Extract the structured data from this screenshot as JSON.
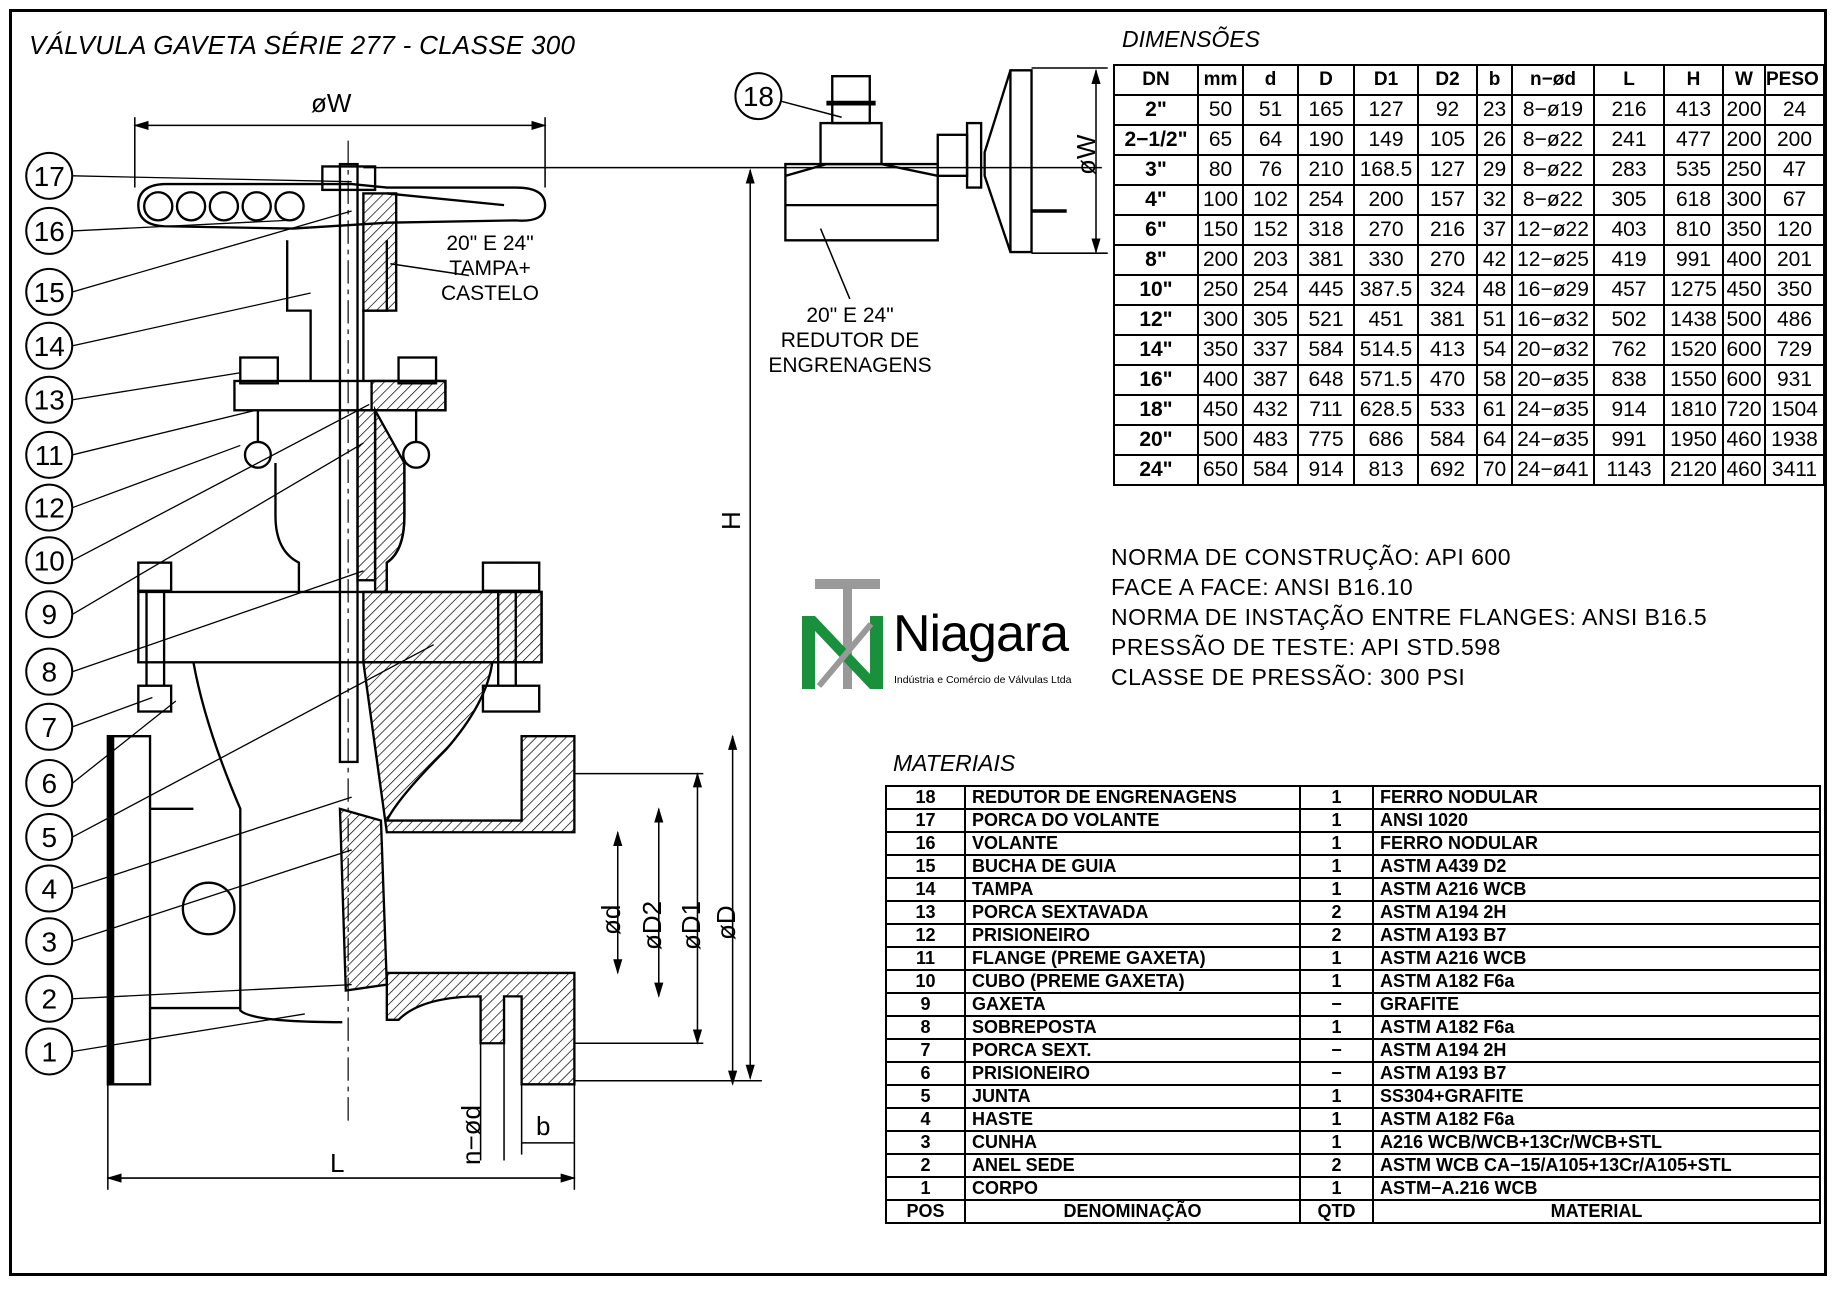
{
  "title": "VÁLVULA GAVETA SÉRIE 277 - CLASSE 300",
  "dimensions": {
    "section_title": "DIMENSÕES",
    "headers": [
      "DN",
      "mm",
      "d",
      "D",
      "D1",
      "D2",
      "b",
      "n−ød",
      "L",
      "H",
      "W",
      "PESO (Kg)"
    ],
    "rows": [
      [
        "2\"",
        "50",
        "51",
        "165",
        "127",
        "92",
        "23",
        "8−ø19",
        "216",
        "413",
        "200",
        "24"
      ],
      [
        "2−1/2\"",
        "65",
        "64",
        "190",
        "149",
        "105",
        "26",
        "8−ø22",
        "241",
        "477",
        "200",
        "200"
      ],
      [
        "3\"",
        "80",
        "76",
        "210",
        "168.5",
        "127",
        "29",
        "8−ø22",
        "283",
        "535",
        "250",
        "47"
      ],
      [
        "4\"",
        "100",
        "102",
        "254",
        "200",
        "157",
        "32",
        "8−ø22",
        "305",
        "618",
        "300",
        "67"
      ],
      [
        "6\"",
        "150",
        "152",
        "318",
        "270",
        "216",
        "37",
        "12−ø22",
        "403",
        "810",
        "350",
        "120"
      ],
      [
        "8\"",
        "200",
        "203",
        "381",
        "330",
        "270",
        "42",
        "12−ø25",
        "419",
        "991",
        "400",
        "201"
      ],
      [
        "10\"",
        "250",
        "254",
        "445",
        "387.5",
        "324",
        "48",
        "16−ø29",
        "457",
        "1275",
        "450",
        "350"
      ],
      [
        "12\"",
        "300",
        "305",
        "521",
        "451",
        "381",
        "51",
        "16−ø32",
        "502",
        "1438",
        "500",
        "486"
      ],
      [
        "14\"",
        "350",
        "337",
        "584",
        "514.5",
        "413",
        "54",
        "20−ø32",
        "762",
        "1520",
        "600",
        "729"
      ],
      [
        "16\"",
        "400",
        "387",
        "648",
        "571.5",
        "470",
        "58",
        "20−ø35",
        "838",
        "1550",
        "600",
        "931"
      ],
      [
        "18\"",
        "450",
        "432",
        "711",
        "628.5",
        "533",
        "61",
        "24−ø35",
        "914",
        "1810",
        "720",
        "1504"
      ],
      [
        "20\"",
        "500",
        "483",
        "775",
        "686",
        "584",
        "64",
        "24−ø35",
        "991",
        "1950",
        "460",
        "1938"
      ],
      [
        "24\"",
        "650",
        "584",
        "914",
        "813",
        "692",
        "70",
        "24−ø41",
        "1143",
        "2120",
        "460",
        "3411"
      ]
    ]
  },
  "notes": [
    "NORMA DE CONSTRUÇÃO:  API 600",
    "FACE A FACE:  ANSI B16.10",
    "NORMA DE INSTAÇÃO ENTRE FLANGES:  ANSI B16.5",
    "PRESSÃO DE TESTE:  API STD.598",
    "CLASSE DE PRESSÃO:  300 PSI"
  ],
  "logo": {
    "name": "Niagara",
    "subtitle": "Indústria e Comércio de Válvulas Ltda",
    "color": "#1a8f3c"
  },
  "materials": {
    "section_title": "MATERIAIS",
    "headers": [
      "POS",
      "DENOMINAÇÃO",
      "QTD",
      "MATERIAL"
    ],
    "rows": [
      [
        "18",
        "REDUTOR DE ENGRENAGENS",
        "1",
        "FERRO NODULAR"
      ],
      [
        "17",
        "PORCA DO VOLANTE",
        "1",
        "ANSI 1020"
      ],
      [
        "16",
        "VOLANTE",
        "1",
        "FERRO NODULAR"
      ],
      [
        "15",
        "BUCHA DE GUIA",
        "1",
        "ASTM A439 D2"
      ],
      [
        "14",
        "TAMPA",
        "1",
        "ASTM A216 WCB"
      ],
      [
        "13",
        "PORCA SEXTAVADA",
        "2",
        "ASTM A194 2H"
      ],
      [
        "12",
        "PRISIONEIRO",
        "2",
        "ASTM A193 B7"
      ],
      [
        "11",
        "FLANGE (PREME GAXETA)",
        "1",
        "ASTM A216 WCB"
      ],
      [
        "10",
        "CUBO (PREME GAXETA)",
        "1",
        "ASTM A182 F6a"
      ],
      [
        "9",
        "GAXETA",
        "−",
        "GRAFITE"
      ],
      [
        "8",
        "SOBREPOSTA",
        "1",
        "ASTM A182 F6a"
      ],
      [
        "7",
        "PORCA SEXT.",
        "−",
        "ASTM A194 2H"
      ],
      [
        "6",
        "PRISIONEIRO",
        "−",
        "ASTM A193 B7"
      ],
      [
        "5",
        "JUNTA",
        "1",
        "SS304+GRAFITE"
      ],
      [
        "4",
        "HASTE",
        "1",
        "ASTM A182 F6a"
      ],
      [
        "3",
        "CUNHA",
        "1",
        "A216 WCB/WCB+13Cr/WCB+STL"
      ],
      [
        "2",
        "ANEL SEDE",
        "2",
        "ASTM WCB CA−15/A105+13Cr/A105+STL"
      ],
      [
        "1",
        "CORPO",
        "1",
        "ASTM−A.216 WCB"
      ]
    ]
  },
  "drawing": {
    "callouts": [
      "17",
      "16",
      "15",
      "14",
      "13",
      "11",
      "12",
      "10",
      "9",
      "8",
      "7",
      "6",
      "5",
      "4",
      "3",
      "2",
      "1"
    ],
    "reducer_callout": "18",
    "labels": {
      "w": "øW",
      "h": "H",
      "l": "L",
      "b": "b",
      "nd": "n−ød",
      "d": "ød",
      "d2": "øD2",
      "d1": "øD1",
      "dd": "øD",
      "w2": "øW",
      "bonnet_note": [
        "20\" E 24\"",
        "TAMPA+",
        "CASTELO"
      ],
      "reducer_note": [
        "20\" E 24\"",
        "REDUTOR DE",
        "ENGRENAGENS"
      ]
    }
  }
}
